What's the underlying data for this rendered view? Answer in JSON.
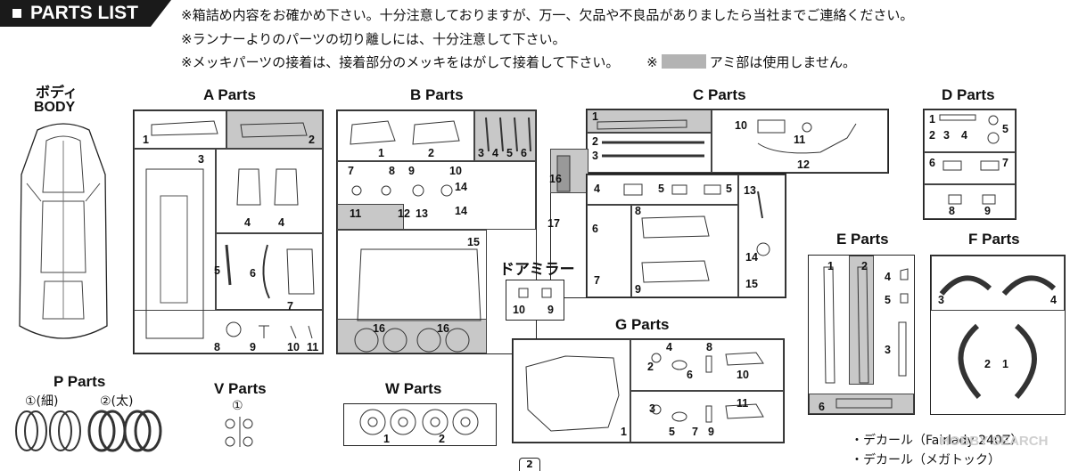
{
  "header": {
    "title": "PARTS LIST",
    "notes": [
      "※箱詰め内容をお確かめ下さい。十分注意しておりますが、万一、欠品や不良品がありましたら当社までご連絡ください。",
      "※ランナーよりのパーツの切り離しには、十分注意して下さい。",
      "※メッキパーツの接着は、接着部分のメッキをはがして接着して下さい。",
      "※",
      "アミ部は使用しません。"
    ]
  },
  "body": {
    "title_ja": "ボディ",
    "title_en": "BODY"
  },
  "sections": {
    "a": "A Parts",
    "b": "B Parts",
    "c": "C Parts",
    "d": "D Parts",
    "e": "E Parts",
    "f": "F Parts",
    "g": "G Parts",
    "p": "P Parts",
    "v": "V Parts",
    "w": "W Parts",
    "mirror": "ドアミラー"
  },
  "p_parts": {
    "thin": "①(細)",
    "thick": "②(太)"
  },
  "v_parts": {
    "ring": "①"
  },
  "decals": [
    "・デカール（Fairlady 240Z）",
    "・デカール（メガトック）"
  ],
  "page_number": "2",
  "labels": {
    "a": [
      "1",
      "2",
      "3",
      "4",
      "4",
      "5",
      "6",
      "7",
      "8",
      "9",
      "10",
      "11"
    ],
    "b": [
      "1",
      "2",
      "3",
      "4",
      "5",
      "6",
      "7",
      "8",
      "9",
      "10",
      "14",
      "14",
      "11",
      "12",
      "13",
      "15",
      "16",
      "16"
    ],
    "c": [
      "1",
      "2",
      "3",
      "10",
      "11",
      "12",
      "16",
      "4",
      "5",
      "5",
      "8",
      "13",
      "6",
      "17",
      "14",
      "7",
      "9",
      "15"
    ],
    "d": [
      "1",
      "2",
      "3",
      "4",
      "5",
      "6",
      "7",
      "8",
      "9"
    ],
    "e": [
      "1",
      "2",
      "4",
      "5",
      "3",
      "6"
    ],
    "f": [
      "3",
      "4",
      "2",
      "1"
    ],
    "g": [
      "4",
      "8",
      "2",
      "6",
      "10",
      "3",
      "7",
      "9",
      "5",
      "11",
      "1"
    ],
    "w": [
      "1",
      "2"
    ],
    "mirror": [
      "10",
      "9"
    ]
  },
  "colors": {
    "header_bg": "#1a1a1a",
    "shade": "#c8c8c8",
    "screen": "#b3b3b3"
  },
  "watermark": "HOBBY SEARCH"
}
